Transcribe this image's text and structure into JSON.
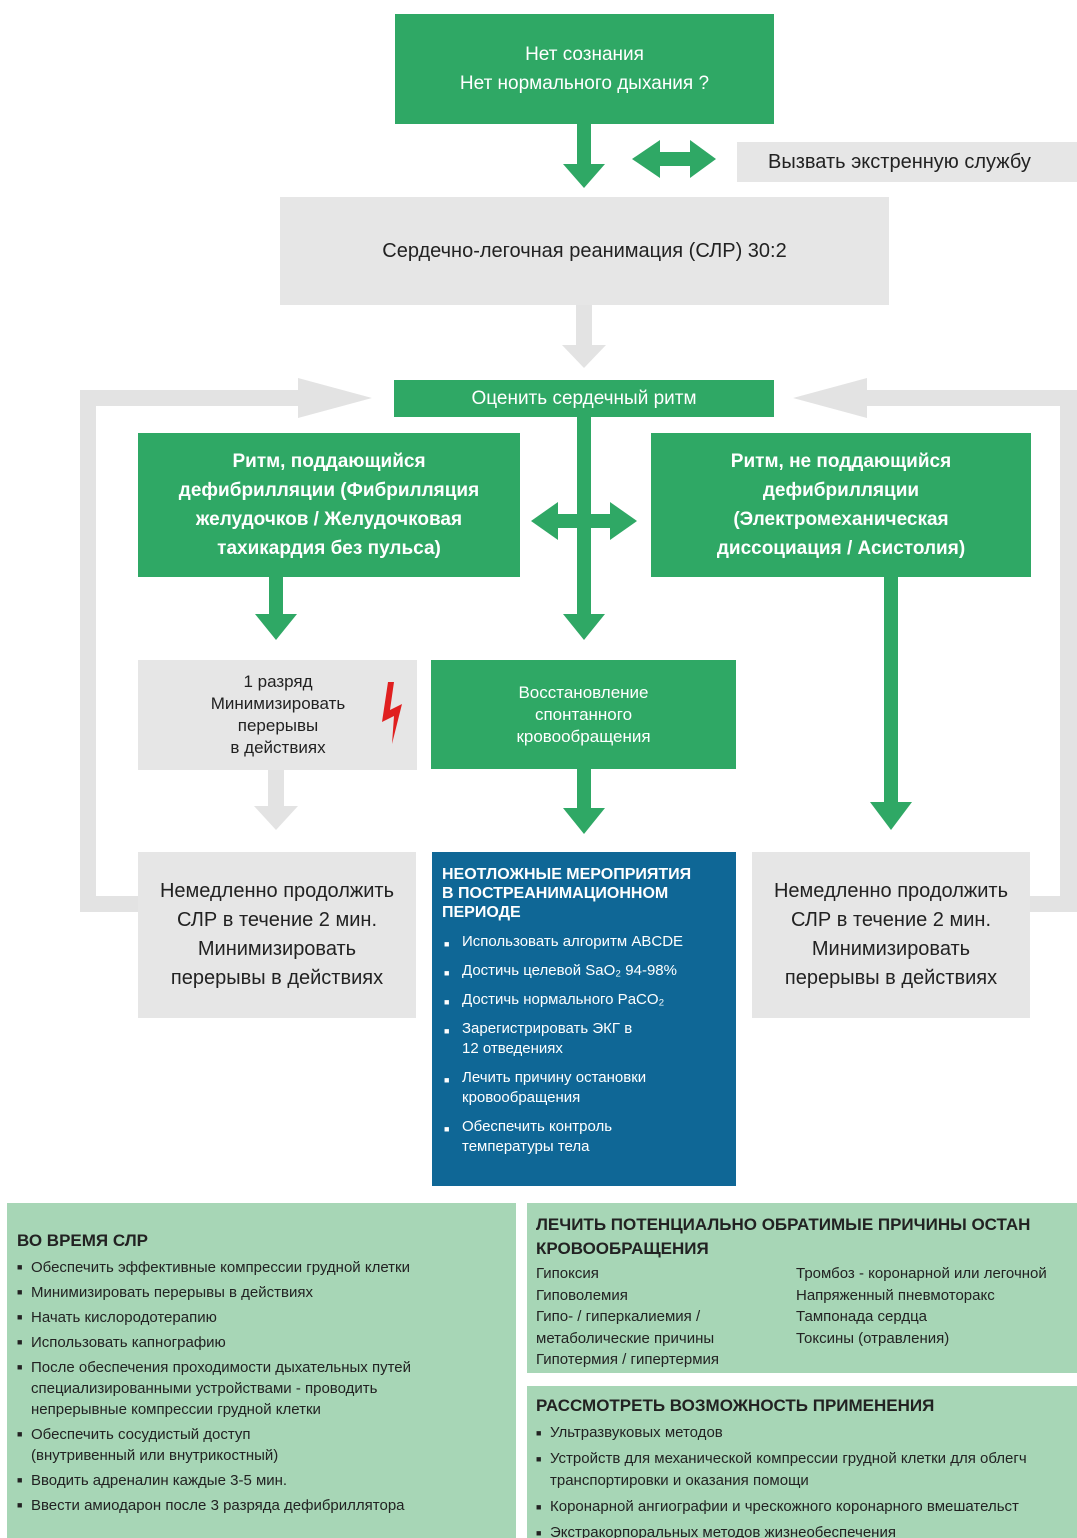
{
  "start_box": {
    "line1": "Нет сознания",
    "line2": "Нет нормального дыхания ?"
  },
  "call_emergency": "Вызвать экстренную службу",
  "cpr_box": "Сердечно-легочная реанимация (СЛР) 30:2",
  "assess_rhythm": "Оценить сердечный ритм",
  "shockable": {
    "lines": [
      "Ритм, поддающийся",
      "дефибрилляции (Фибрилляция",
      "желудочков / Желудочковая",
      "тахикардия без пульса)"
    ]
  },
  "non_shockable": {
    "lines": [
      "Ритм, не поддающийся",
      "дефибрилляции",
      "(Электромеханическая",
      "диссоциация / Асистолия)"
    ]
  },
  "shock_box": {
    "lines": [
      "1 разряд",
      "Минимизировать",
      "перерывы",
      "в действиях"
    ]
  },
  "rosc_box": {
    "lines": [
      "Восстановление",
      "спонтанного",
      "кровообращения"
    ]
  },
  "continue_left": {
    "lines": [
      "Немедленно продолжить",
      "СЛР в течение 2 мин.",
      "Минимизировать",
      "перерывы в действиях"
    ]
  },
  "continue_right": {
    "lines": [
      "Немедленно продолжить",
      "СЛР в течение 2 мин.",
      "Минимизировать",
      "перерывы в действиях"
    ]
  },
  "post_resus": {
    "title_lines": [
      "НЕОТЛОЖНЫЕ МЕРОПРИЯТИЯ",
      "В ПОСТРЕАНИМАЦИОННОМ",
      "ПЕРИОДЕ"
    ],
    "items": [
      [
        "Использовать алгоритм ABCDE"
      ],
      [
        "Достичь целевой SaO₂ 94-98%"
      ],
      [
        "Достичь нормального PaCO₂"
      ],
      [
        "Зарегистрировать ЭКГ в",
        "12 отведениях"
      ],
      [
        "Лечить причину остановки",
        "кровообращения"
      ],
      [
        "Обеспечить контроль",
        "температуры тела"
      ]
    ]
  },
  "during_cpr": {
    "title": "ВО ВРЕМЯ СЛР",
    "items": [
      [
        "Обеспечить эффективные компрессии грудной клетки"
      ],
      [
        "Минимизировать перерывы в действиях"
      ],
      [
        "Начать кислородотерапию"
      ],
      [
        "Использовать капнографию"
      ],
      [
        "После обеспечения проходимости дыхательных путей",
        "специализированными устройствами - проводить",
        "непрерывные компрессии грудной клетки"
      ],
      [
        "Обеспечить сосудистый доступ",
        "(внутривенный или внутрикостный)"
      ],
      [
        "Вводить адреналин каждые 3-5 мин."
      ],
      [
        "Ввести амиодарон после 3 разряда дефибриллятора"
      ]
    ]
  },
  "reversible": {
    "title_lines": [
      "ЛЕЧИТЬ ПОТЕНЦИАЛЬНО ОБРАТИМЫЕ ПРИЧИНЫ ОСТАН",
      "КРОВООБРАЩЕНИЯ"
    ],
    "col1": [
      "Гипоксия",
      "Гиповолемия",
      "Гипо- / гиперкалиемия /",
      "метаболические причины",
      "Гипотермия / гипертермия"
    ],
    "col2": [
      "Тромбоз - коронарной или легочной",
      "Напряженный пневмоторакс",
      "Тампонада сердца",
      "Токсины (отравления)"
    ]
  },
  "consider": {
    "title": "РАССМОТРЕТЬ ВОЗМОЖНОСТЬ ПРИМЕНЕНИЯ",
    "items": [
      [
        "Ультразвуковых методов"
      ],
      [
        "Устройств для механической компрессии грудной клетки для облегч",
        "транспортировки и оказания помощи"
      ],
      [
        "Коронарной ангиографии и чрескожного коронарного вмешательст"
      ],
      [
        "Экстракорпоральных методов жизнеобеспечения"
      ]
    ]
  },
  "colors": {
    "green": "#2fa865",
    "grey": "#e6e6e6",
    "blue": "#0f6796",
    "light_green": "#a7d6b6",
    "bolt": "#e02020"
  }
}
